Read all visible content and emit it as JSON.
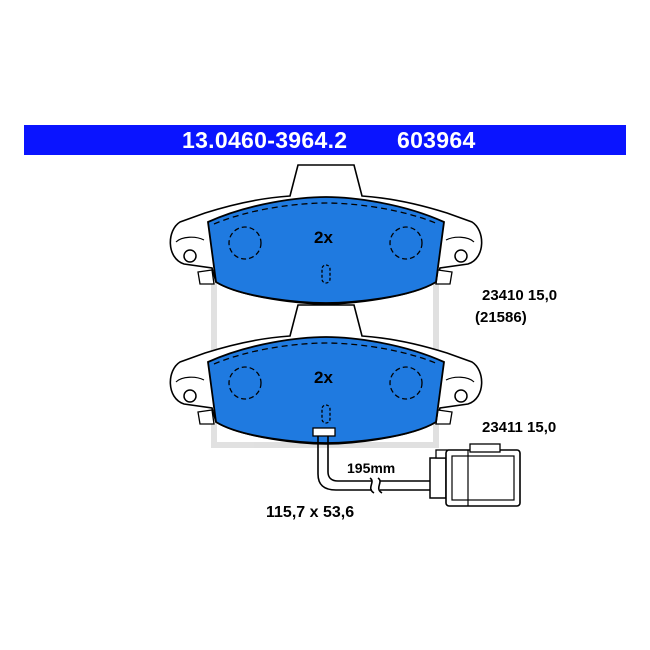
{
  "header": {
    "part_number": "13.0460-3964.2",
    "ref_number": "603964",
    "bg_color": "#0a14ff"
  },
  "pads": [
    {
      "quantity": "2x",
      "spec": "23410 15,0",
      "sub": "(21586)"
    },
    {
      "quantity": "2x",
      "spec": "23411 15,0"
    }
  ],
  "sensor": {
    "cable_length": "195mm"
  },
  "dimensions": "115,7 x 53,6",
  "colors": {
    "pad_fill": "#1f7ae0",
    "outline": "#000000",
    "watermark": "#c8c8c8"
  }
}
